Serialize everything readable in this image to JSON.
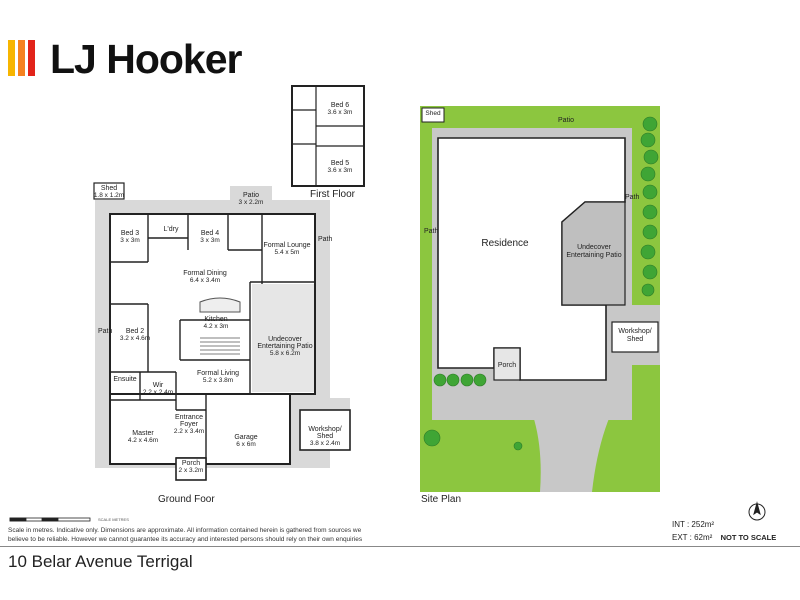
{
  "brand": {
    "name": "LJ Hooker",
    "logo_colors": [
      "#f7b500",
      "#f58220",
      "#e2231a"
    ]
  },
  "ground_floor": {
    "caption": "Ground Foor",
    "rooms": [
      {
        "name": "Shed",
        "dims": "1.8 x 1.2m"
      },
      {
        "name": "Patio",
        "dims": "3 x 2.2m"
      },
      {
        "name": "Bed 3",
        "dims": "3 x 3m"
      },
      {
        "name": "L'dry",
        "dims": ""
      },
      {
        "name": "Bed 4",
        "dims": "3 x 3m"
      },
      {
        "name": "Formal Lounge",
        "dims": "5.4 x 5m"
      },
      {
        "name": "Formal Dining",
        "dims": "6.4 x 3.4m"
      },
      {
        "name": "Kitchen",
        "dims": "4.2 x 3m"
      },
      {
        "name": "Bed 2",
        "dims": "3.2 x 4.6m"
      },
      {
        "name": "Undecover Entertaining Patio",
        "dims": "5.8 x 6.2m"
      },
      {
        "name": "Formal Living",
        "dims": "5.2 x 3.8m"
      },
      {
        "name": "Ensuite",
        "dims": ""
      },
      {
        "name": "Wir",
        "dims": "2.2 x 2.4m"
      },
      {
        "name": "Entrance Foyer",
        "dims": "2.2 x 3.4m"
      },
      {
        "name": "Master",
        "dims": "4.2 x 4.6m"
      },
      {
        "name": "Garage",
        "dims": "6 x 6m"
      },
      {
        "name": "Workshop/ Shed",
        "dims": "3.8 x 2.4m"
      },
      {
        "name": "Porch",
        "dims": "2 x 3.2m"
      }
    ],
    "path_labels": [
      "Path",
      "Path"
    ]
  },
  "first_floor": {
    "caption": "First Floor",
    "rooms": [
      {
        "name": "Bed 6",
        "dims": "3.6 x 3m"
      },
      {
        "name": "Bed 5",
        "dims": "3.6 x 3m"
      }
    ]
  },
  "site_plan": {
    "caption": "Site Plan",
    "labels": {
      "shed": "Shed",
      "patio": "Patio",
      "residence": "Residence",
      "undecover": "Undecover Entertaining Patio",
      "workshop": "Workshop/ Shed",
      "porch": "Porch",
      "path_left": "Path",
      "path_right": "Path"
    },
    "colors": {
      "grass": "#8cc63f",
      "paving": "#c8c8c8",
      "tree": "#3fa535"
    }
  },
  "notes": "Scale in metres. Indicative only. Dimensions are approximate. All information contained herein is gathered from sources we believe to be reliable. However we cannot guarantee its accuracy and interested persons should rely on their own enquiries",
  "scale_label": "SCALE METRES",
  "areas": {
    "int_label": "INT :",
    "int_value": "252m²",
    "ext_label": "EXT :",
    "ext_value": "62m²",
    "not_to_scale": "NOT TO SCALE"
  },
  "address": "10 Belar Avenue Terrigal"
}
